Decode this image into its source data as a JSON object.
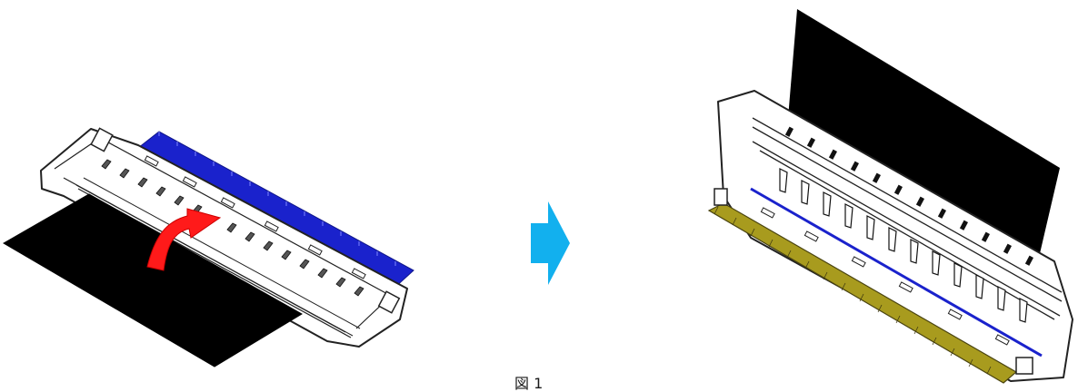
{
  "figure": {
    "caption": "図 1",
    "colors": {
      "cable": "#000000",
      "lock_bar": "#1a22cc",
      "rotation_arrow": "#ff1a1a",
      "flow_arrow": "#12b0ee",
      "pins": "#a89b1e",
      "outline": "#222222",
      "housing": "#ffffff"
    },
    "icons": {
      "left": "connector-unlocked-with-cable",
      "rotation": "curved-rotate-arrow-icon",
      "middle": "right-arrow-icon",
      "right": "connector-locked-with-cable"
    }
  }
}
